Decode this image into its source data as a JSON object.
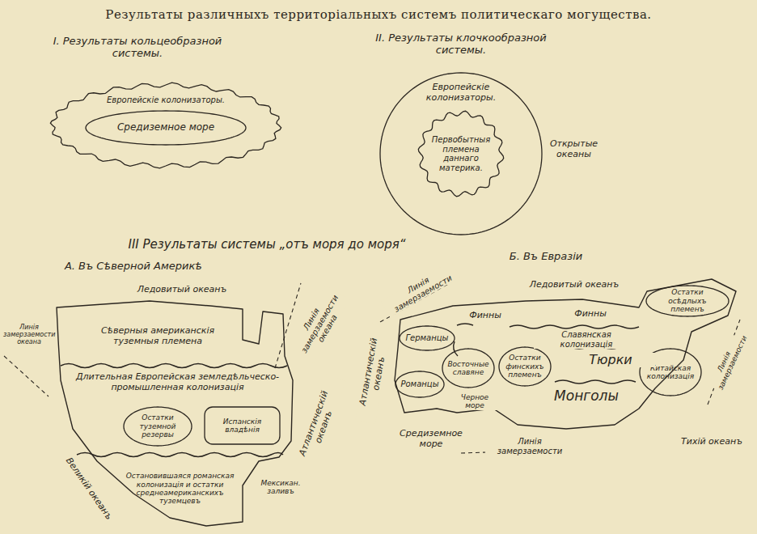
{
  "diagram": {
    "title": "Результаты различныхъ территоріальныхъ системъ политическаго могущества.",
    "nodes": [
      {
        "text": [
          "Европейскіе колонизаторы."
        ]
      },
      {
        "text": [
          "Средиземное море"
        ],
        "in": 0
      },
      {
        "text": [
          "Европейскіе колонизаторы.",
          "Открытые океаны"
        ]
      },
      {
        "text": [
          "Первобытныя племена даннаго материка."
        ],
        "in": 2
      },
      {
        "text": [
          "Сѣверныя американскія туземныя племена"
        ]
      },
      {
        "text": [
          "Длительная Европейская земледѣльческо-промышленная колонизація"
        ]
      },
      {
        "text": [
          "Остатки туземной резервы"
        ],
        "in": 5
      },
      {
        "text": [
          "Испанскія владѣнія"
        ],
        "in": 5
      },
      {
        "text": [
          "Остановившаяся романская колонизація и остатки среднеамериканскихъ туземцевъ"
        ]
      },
      {
        "text": [
          "Германцы"
        ]
      },
      {
        "text": [
          "Романцы"
        ]
      },
      {
        "text": [
          "Восточные славяне"
        ]
      },
      {
        "text": [
          "Остатки финскихъ племенъ"
        ]
      },
      {
        "text": [
          "Остатки осѣдлыхъ племенъ"
        ]
      },
      {
        "text": [
          "Китайская колонизація"
        ]
      }
    ],
    "labels": [
      "I. Результаты кольцеобразной системы.",
      "II. Результаты клочкообразной системы.",
      "III Результаты системы „отъ моря до моря“",
      "А. Въ Сѣверной Америкѣ",
      "Ледовитый океанъ",
      "Великій океанъ",
      "Атлантическій океанъ",
      "Мексикан. заливъ",
      "Линія замерзаемости океана",
      "Линія замерзаемости океана",
      "Б. Въ Евразіи",
      "Ледовитый океанъ",
      "Линія замерзаемости",
      "Атлантическій океанъ",
      "Средиземное море",
      "Финны",
      "Финны",
      "Тюрки",
      "Монголы",
      "Славянская колонизація",
      "Черное море",
      "Линія замерзаемости",
      "Линія замерзаемости",
      "Тихій океанъ"
    ]
  }
}
